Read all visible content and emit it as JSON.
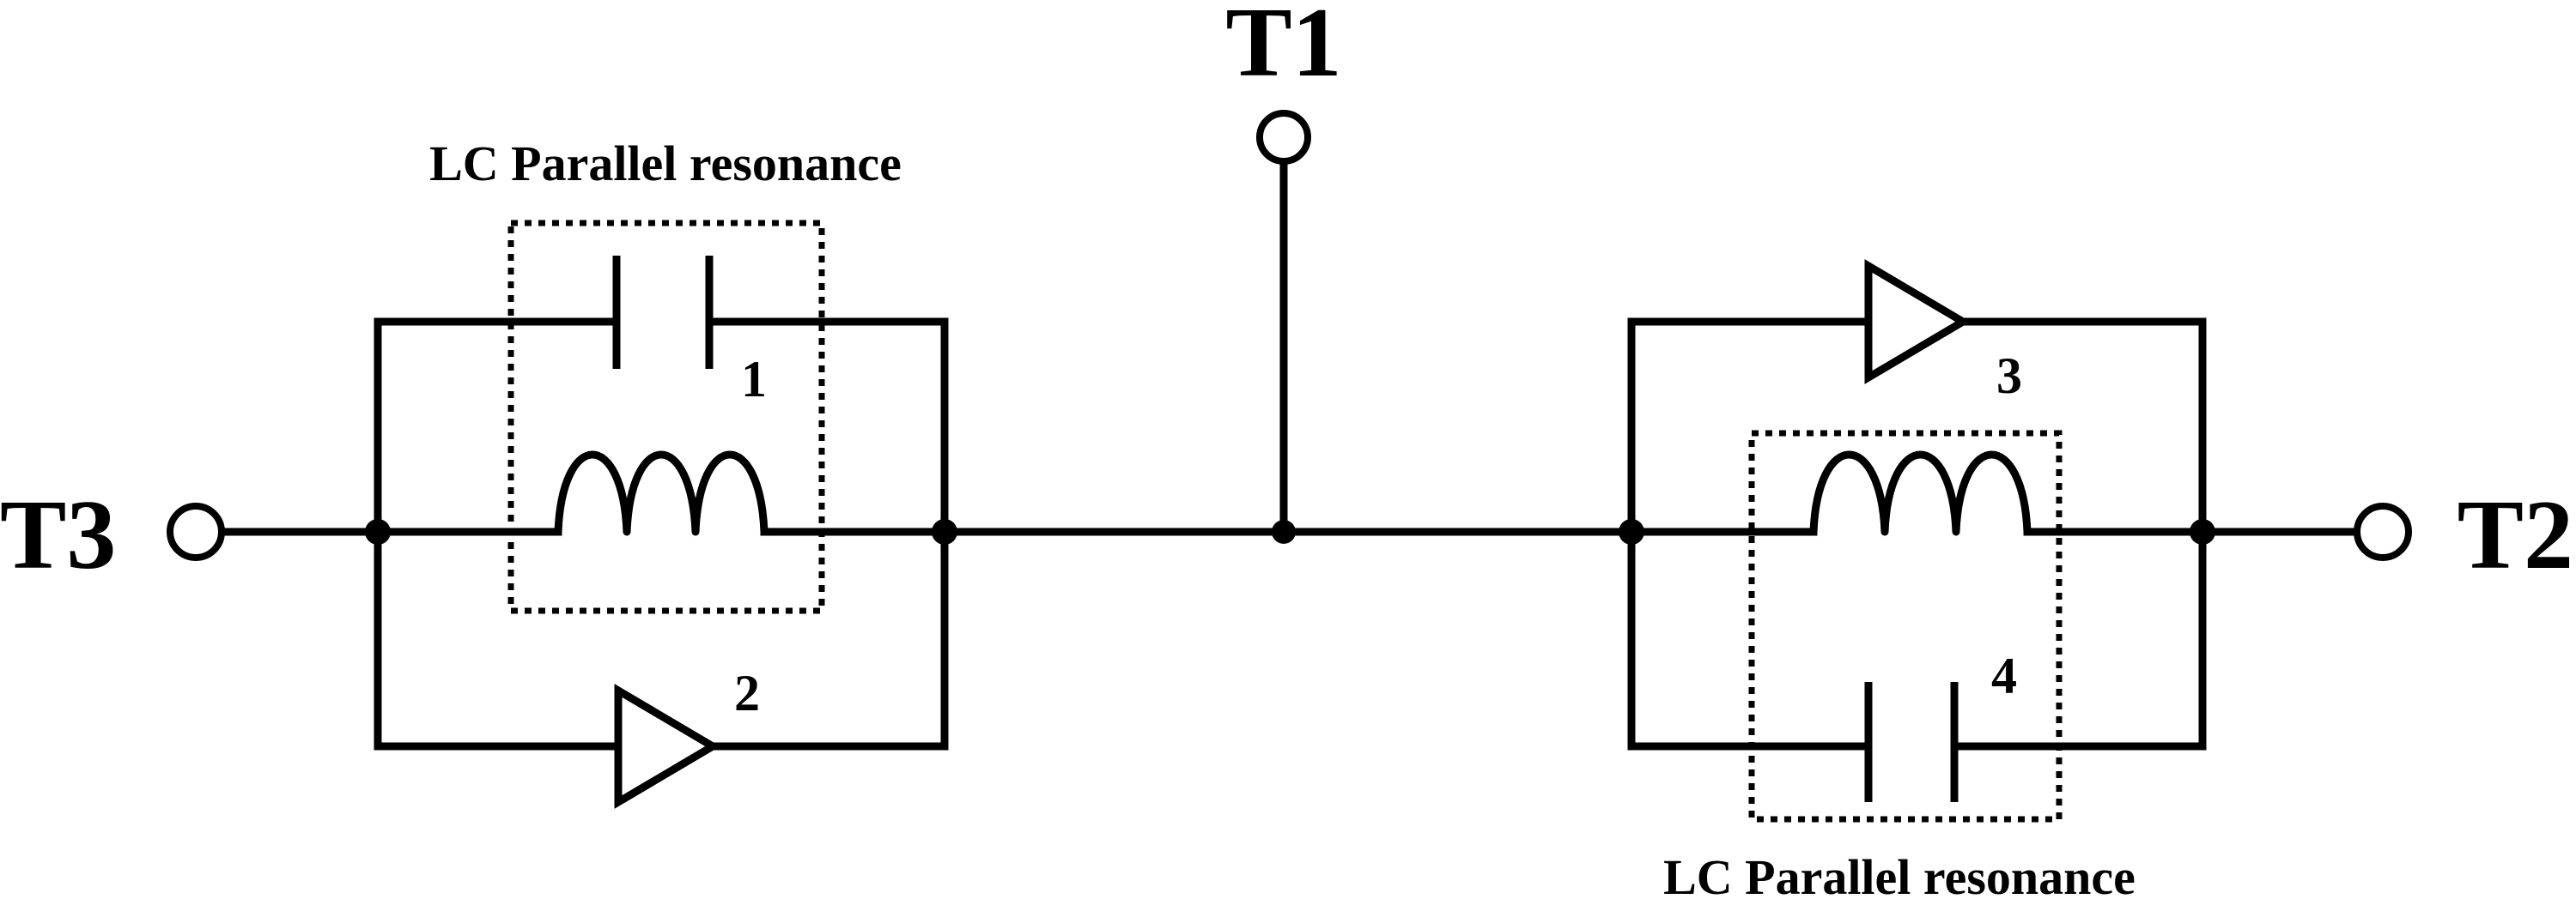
{
  "terminals": {
    "t1": "T1",
    "t2": "T2",
    "t3": "T3"
  },
  "annotations": {
    "lc_left": "LC Parallel resonance",
    "lc_right": "LC Parallel resonance"
  },
  "components": {
    "c1": "1",
    "amp2": "2",
    "amp3": "3",
    "c4": "4"
  },
  "colors": {
    "stroke": "#000000",
    "background": "#ffffff"
  }
}
